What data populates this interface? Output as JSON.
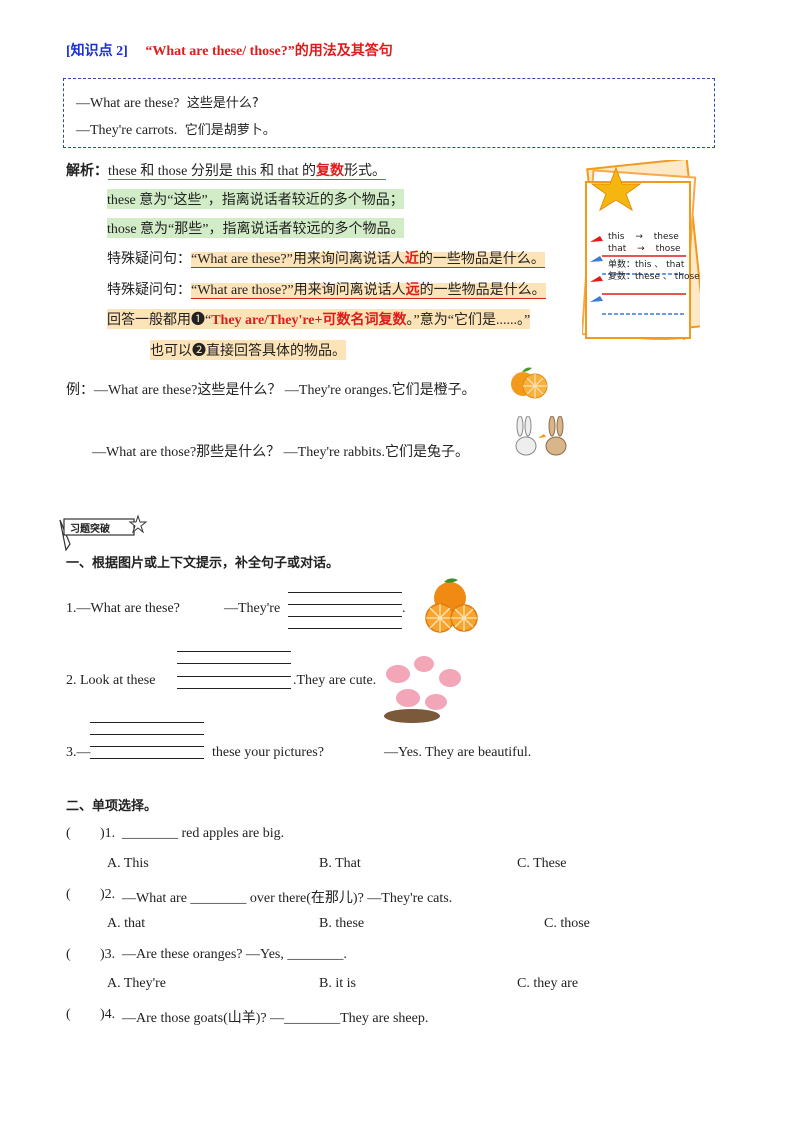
{
  "header": {
    "tag": "[知识点 2]",
    "title": "“What are these/ those?”的用法及其答句"
  },
  "box": {
    "line1_en": "—What are these?",
    "line1_cn": "这些是什么?",
    "line2_en": "—They're carrots.",
    "line2_cn": "它们是胡萝卜。"
  },
  "analysis": {
    "label": "解析：",
    "l1_a": "these 和 those 分别是 this 和 that 的",
    "l1_b": "复数",
    "l1_c": "形式。",
    "l2": "these 意为“这些”，指离说话者较近的多个物品；",
    "l3": "those 意为“那些”，指离说话者较远的多个物品。",
    "l4_prefix": "特殊疑问句：",
    "l4_a": "“What are these?”用来询问离说话人",
    "l4_b": "近",
    "l4_c": "的一些物品是什么。",
    "l5_prefix": "特殊疑问句：",
    "l5_a": "“What are those?”用来询问离说话人",
    "l5_b": "远",
    "l5_c": "的一些物品是什么。",
    "l6_a": "回答一般都用❶“",
    "l6_b": "They are/They're+可数名词复数",
    "l6_c": "。”意为“它们是......。”",
    "l7": "也可以❷直接回答具体的物品。"
  },
  "note": {
    "r1a": "this",
    "r1arrow": "→",
    "r1b": "these",
    "r2a": "that",
    "r2arrow": "→",
    "r2b": "those",
    "r3": "单数：this 、 that",
    "r4": "复数：these 、 those"
  },
  "examples": {
    "label": "例：",
    "e1": "—What are these?这些是什么？ —They're oranges.它们是橙子。",
    "e2": "—What are those?那些是什么？ —They're rabbits.它们是兔子。"
  },
  "practice_badge": "习题突破",
  "section1": {
    "title": "一、根据图片或上下文提示，补全句子或对话。",
    "q1_a": "1.—What are these?",
    "q1_b": "—They're",
    "q1_end": ".",
    "q2_a": "2. Look at these",
    "q2_b": ".They are cute.",
    "q3_a": "3.—",
    "q3_b": "these your pictures?",
    "q3_c": "—Yes. They are beautiful."
  },
  "section2": {
    "title": "二、单项选择。",
    "questions": [
      {
        "paren": "(",
        "close": ")1.",
        "text": "________ red apples are big.",
        "options": [
          "A. This",
          "B. That",
          "C. These"
        ]
      },
      {
        "paren": "(",
        "close": ")2.",
        "text": "—What are ________ over there(在那儿)? —They're cats.",
        "options": [
          "A. that",
          "B. these",
          "C. those"
        ]
      },
      {
        "paren": "(",
        "close": ")3.",
        "text": "—Are these oranges? —Yes, ________.",
        "options": [
          "A. They're",
          "B. it is",
          "C. they are"
        ]
      },
      {
        "paren": "(",
        "close": ")4.",
        "text": "—Are those goats(山羊)? —________They are sheep.",
        "options": []
      }
    ]
  },
  "colors": {
    "title_blue": "#1a2fd6",
    "title_red": "#e01b1b",
    "highlight_green": "#d2ecc8",
    "highlight_orange": "#fde3b8",
    "orange": "#f39a1d",
    "note_orange": "#f7a94a"
  }
}
